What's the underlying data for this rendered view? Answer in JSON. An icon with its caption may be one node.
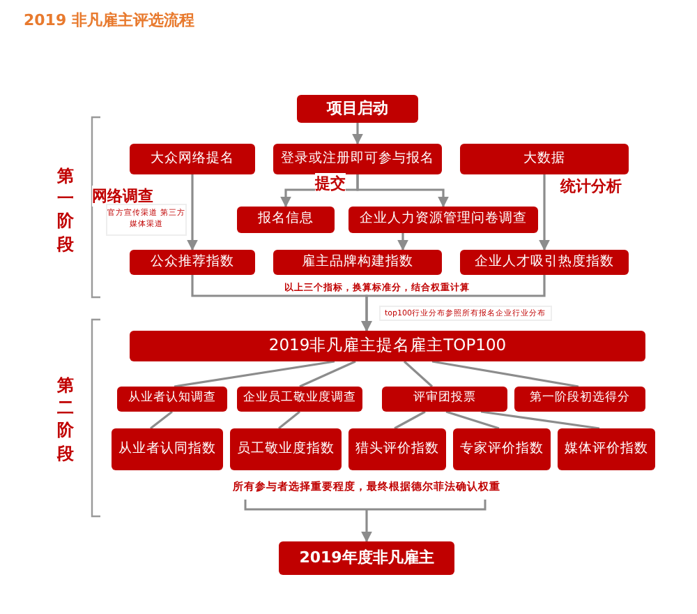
{
  "diagram": {
    "title": "2019 非凡雇主评选流程",
    "nodes": [
      {
        "text": [
          "项目启动"
        ]
      },
      {
        "text": [
          "大众网络提名"
        ]
      },
      {
        "text": [
          "登录或注册即可参与报名"
        ]
      },
      {
        "text": [
          "大数据"
        ]
      },
      {
        "text": [
          "报名信息"
        ]
      },
      {
        "text": [
          "企业人力资源管理问卷调查"
        ]
      },
      {
        "text": [
          "公众推荐指数"
        ]
      },
      {
        "text": [
          "雇主品牌构建指数"
        ]
      },
      {
        "text": [
          "企业人才吸引热度指数"
        ]
      },
      {
        "text": [
          "2019非凡雇主提名雇主TOP100"
        ]
      },
      {
        "text": [
          "从业者认知调查"
        ]
      },
      {
        "text": [
          "企业员工敬业度调查"
        ]
      },
      {
        "text": [
          "评审团投票"
        ]
      },
      {
        "text": [
          "第一阶段初选得分"
        ]
      },
      {
        "text": [
          "从业者认同指数"
        ]
      },
      {
        "text": [
          "员工敬业度指数"
        ]
      },
      {
        "text": [
          "猎头评价指数"
        ]
      },
      {
        "text": [
          "专家评价指数"
        ]
      },
      {
        "text": [
          "媒体评价指数"
        ]
      },
      {
        "text": [
          "2019年度非凡雇主"
        ]
      }
    ],
    "edges": [
      {
        "from": 0,
        "to": 2,
        "arrow": "to"
      },
      {
        "from": 2,
        "to": 4,
        "arrow": "to",
        "label": "提交"
      },
      {
        "from": 2,
        "to": 5,
        "arrow": "to"
      },
      {
        "from": 1,
        "to": 6,
        "arrow": "to",
        "label": "网络调查"
      },
      {
        "from": 3,
        "to": 8,
        "arrow": "to",
        "label": "统计分析"
      },
      {
        "from": 5,
        "to": 7,
        "arrow": "to"
      },
      {
        "from": 6,
        "to": 9,
        "arrow": "to"
      },
      {
        "from": 8,
        "to": 9,
        "arrow": "to"
      },
      {
        "from": 9,
        "to": 10,
        "arrow": "none"
      },
      {
        "from": 9,
        "to": 11,
        "arrow": "none"
      },
      {
        "from": 9,
        "to": 12,
        "arrow": "none"
      },
      {
        "from": 9,
        "to": 13,
        "arrow": "none"
      },
      {
        "from": 10,
        "to": 14,
        "arrow": "none"
      },
      {
        "from": 11,
        "to": 15,
        "arrow": "none"
      },
      {
        "from": 12,
        "to": 16,
        "arrow": "none"
      },
      {
        "from": 12,
        "to": 17,
        "arrow": "none"
      },
      {
        "from": 12,
        "to": 18,
        "arrow": "none"
      },
      {
        "from": null,
        "to": 19,
        "arrow": "to"
      }
    ],
    "labels": [
      "第一阶段",
      "官方宣传渠道 第三方媒体渠道",
      "以上三个指标，换算标准分，结合权重计算",
      "top100行业分布参照所有报名企业行业分布",
      "第二阶段",
      "所有参与者选择重要程度，最终根据德尔菲法确认权重"
    ]
  }
}
